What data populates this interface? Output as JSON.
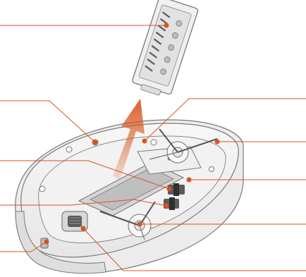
{
  "figure": {
    "kind": "robot vacuum underside callout diagram",
    "accent_color": "#d9541e",
    "line_color": "#7a7a7a",
    "fill_light": "#f4f4f4",
    "fill_mid": "#e3e3e3",
    "fill_dark": "#5a5a5a"
  },
  "callouts": [
    {
      "id": "main-brush",
      "side": "left",
      "has_text": false
    },
    {
      "id": "top-cover",
      "side": "left",
      "has_text": false
    },
    {
      "id": "brush-guard",
      "side": "left",
      "has_text": false
    },
    {
      "id": "cliff-sensor",
      "side": "left",
      "has_text": false
    },
    {
      "id": "charging-contact",
      "side": "left",
      "has_text": false
    },
    {
      "id": "brush-release-catch",
      "side": "right",
      "has_text": false
    },
    {
      "id": "side-brush-top",
      "side": "right",
      "has_text": false
    },
    {
      "id": "dustbin-outlet",
      "side": "right",
      "has_text": false
    },
    {
      "id": "side-brush-bottom",
      "side": "right",
      "has_text": false
    },
    {
      "id": "omnidirectional-wheel",
      "side": "right",
      "has_text": false
    }
  ]
}
